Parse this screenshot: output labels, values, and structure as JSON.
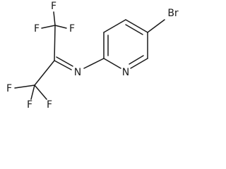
{
  "molecule": {
    "atoms": {
      "f1": "F",
      "f2": "F",
      "f3": "F",
      "f4": "F",
      "f5": "F",
      "f6": "F",
      "n_imine": "N",
      "n_ring": "N",
      "br": "Br"
    }
  }
}
